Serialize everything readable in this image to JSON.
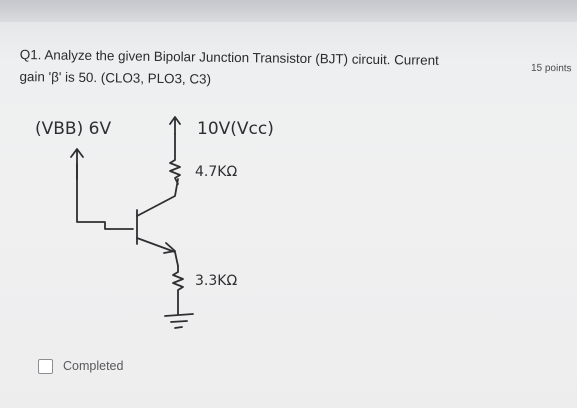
{
  "question": {
    "line1": "Q1. Analyze the given Bipolar Junction Transistor (BJT) circuit. Current",
    "line2": "gain 'β' is 50. (CLO3, PLO3, C3)"
  },
  "points": "15 points",
  "circuit": {
    "vbb_label": "(VBB) 6V",
    "vcc_label": "10V(Vcc)",
    "rc_label": "4.7KΩ",
    "re_label": "3.3KΩ"
  },
  "completed": {
    "label": "Completed",
    "checked": false
  }
}
